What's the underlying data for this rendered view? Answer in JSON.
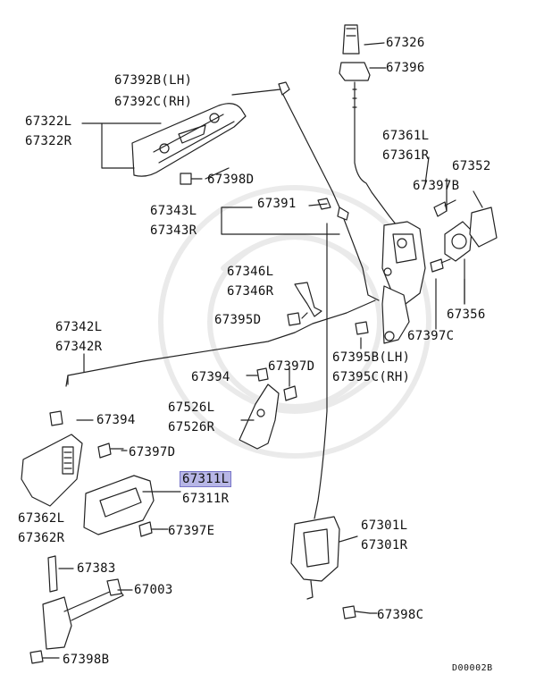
{
  "diagram": {
    "drawing_code": "D00002B",
    "highlighted_part": "67311L",
    "callouts": [
      {
        "id": "67326",
        "text": "67326"
      },
      {
        "id": "67396",
        "text": "67396"
      },
      {
        "id": "67392b",
        "text": "67392B(LH)"
      },
      {
        "id": "67392c",
        "text": "67392C(RH)"
      },
      {
        "id": "67322l",
        "text": "67322L"
      },
      {
        "id": "67322r",
        "text": "67322R"
      },
      {
        "id": "67398d",
        "text": "67398D"
      },
      {
        "id": "67361l",
        "text": "67361L"
      },
      {
        "id": "67361r",
        "text": "67361R"
      },
      {
        "id": "67352",
        "text": "67352"
      },
      {
        "id": "67397b",
        "text": "67397B"
      },
      {
        "id": "67343l",
        "text": "67343L"
      },
      {
        "id": "67343r",
        "text": "67343R"
      },
      {
        "id": "67391",
        "text": "67391"
      },
      {
        "id": "67346l",
        "text": "67346L"
      },
      {
        "id": "67346r",
        "text": "67346R"
      },
      {
        "id": "67395d",
        "text": "67395D"
      },
      {
        "id": "67356",
        "text": "67356"
      },
      {
        "id": "67397c",
        "text": "67397C"
      },
      {
        "id": "67342l",
        "text": "67342L"
      },
      {
        "id": "67342r",
        "text": "67342R"
      },
      {
        "id": "67395b",
        "text": "67395B(LH)"
      },
      {
        "id": "67395c",
        "text": "67395C(RH)"
      },
      {
        "id": "67394a",
        "text": "67394"
      },
      {
        "id": "67397d_top",
        "text": "67397D"
      },
      {
        "id": "67526l",
        "text": "67526L"
      },
      {
        "id": "67526r",
        "text": "67526R"
      },
      {
        "id": "67394b",
        "text": "67394"
      },
      {
        "id": "67397d_bot",
        "text": "67397D"
      },
      {
        "id": "67311l",
        "text": "67311L"
      },
      {
        "id": "67311r",
        "text": "67311R"
      },
      {
        "id": "67362l",
        "text": "67362L"
      },
      {
        "id": "67362r",
        "text": "67362R"
      },
      {
        "id": "67397e",
        "text": "67397E"
      },
      {
        "id": "67301l",
        "text": "67301L"
      },
      {
        "id": "67301r",
        "text": "67301R"
      },
      {
        "id": "67383",
        "text": "67383"
      },
      {
        "id": "67003",
        "text": "67003"
      },
      {
        "id": "67398c",
        "text": "67398C"
      },
      {
        "id": "67398b",
        "text": "67398B"
      }
    ]
  }
}
